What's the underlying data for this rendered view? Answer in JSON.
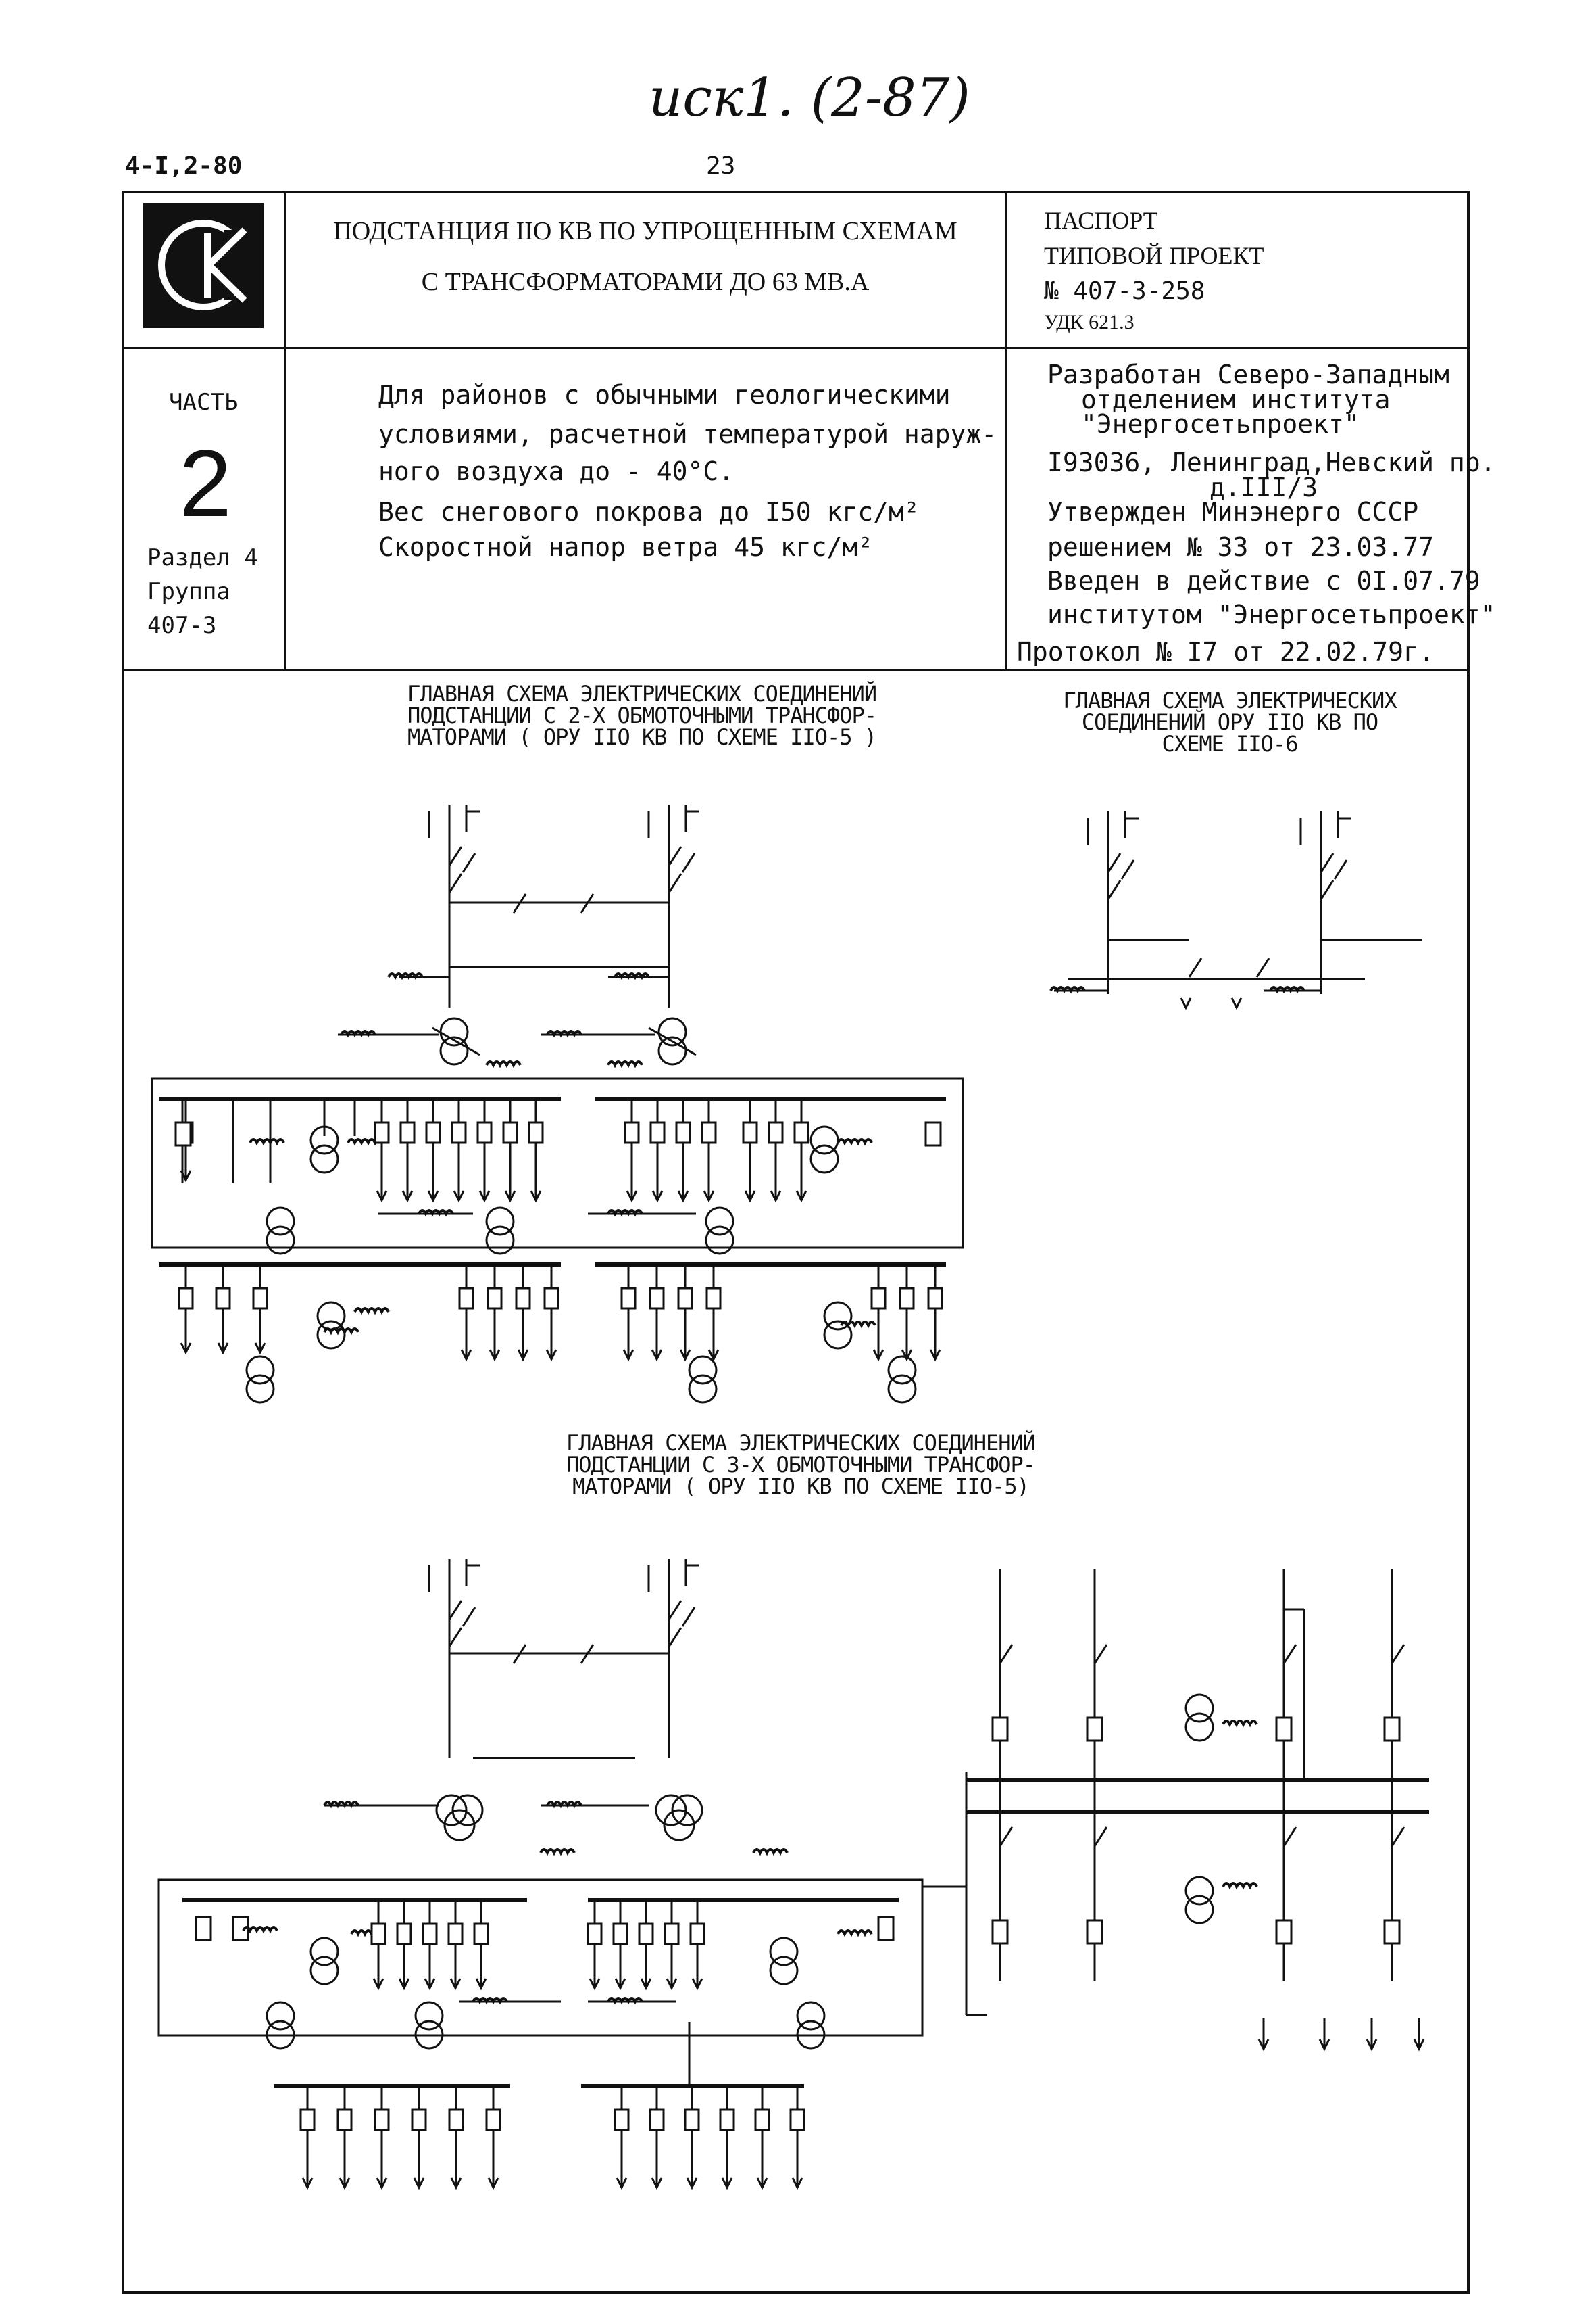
{
  "annotation_handwritten": "иск1. (2-87)",
  "doc_code": "4-I,2-80",
  "page_number": "23",
  "logo": {
    "letter": "С K"
  },
  "title": {
    "line1": "ПОДСТАНЦИЯ IIO КВ ПО УПРОЩЕННЫМ СХЕМАМ",
    "line2": "С ТРАНСФОРМАТОРАМИ ДО 63 МВ.А"
  },
  "passport": {
    "line1": "ПАСПОРТ",
    "line2": "ТИПОВОЙ ПРОЕКТ",
    "line3": "№ 407-3-258",
    "udk": "УДК 621.3"
  },
  "part": {
    "label": "ЧАСТЬ",
    "number": "2",
    "section": "Раздел 4",
    "group": "Группа",
    "group_code": "407-3"
  },
  "conditions": [
    "Для районов с обычными геологическими",
    "условиями, расчетной температурой наруж-",
    "ного воздуха до - 40°С.",
    "Вес снегового покрова до I50 кгс/м²",
    "Скоростной напор ветра 45 кгс/м²"
  ],
  "developer": [
    "Разработан Северо-Западным",
    "отделением института",
    "\"Энергосетьпроект\"",
    "I93036, Ленинград,Невский пр.",
    "д.III/3",
    "Утвержден Минэнерго СССР",
    "решением № 33 от 23.03.77",
    "Введен в действие с 0I.07.79",
    "институтом \"Энергосетьпроект\"",
    "Протокол № I7 от 22.02.79г."
  ],
  "diagram1": {
    "caption": [
      "ГЛАВНАЯ СХЕМА ЭЛЕКТРИЧЕСКИХ СОЕДИНЕНИЙ",
      "ПОДСТАНЦИИ С 2-Х ОБМОТОЧНЫМИ ТРАНСФОР-",
      "МАТОРАМИ ( ОРУ IIO КВ ПО СХЕМЕ IIO-5 )"
    ]
  },
  "diagram2": {
    "caption": [
      "ГЛАВНАЯ СХЕМА ЭЛЕКТРИЧЕСКИХ",
      "СОЕДИНЕНИЙ ОРУ IIO КВ ПО",
      "СХЕМЕ IIO-6"
    ]
  },
  "diagram3": {
    "caption": [
      "ГЛАВНАЯ СХЕМА ЭЛЕКТРИЧЕСКИХ СОЕДИНЕНИЙ",
      "ПОДСТАНЦИИ С 3-Х ОБМОТОЧНЫМИ ТРАНСФОР-",
      "МАТОРАМИ ( ОРУ IIO КВ ПО СХЕМЕ IIO-5)"
    ]
  }
}
